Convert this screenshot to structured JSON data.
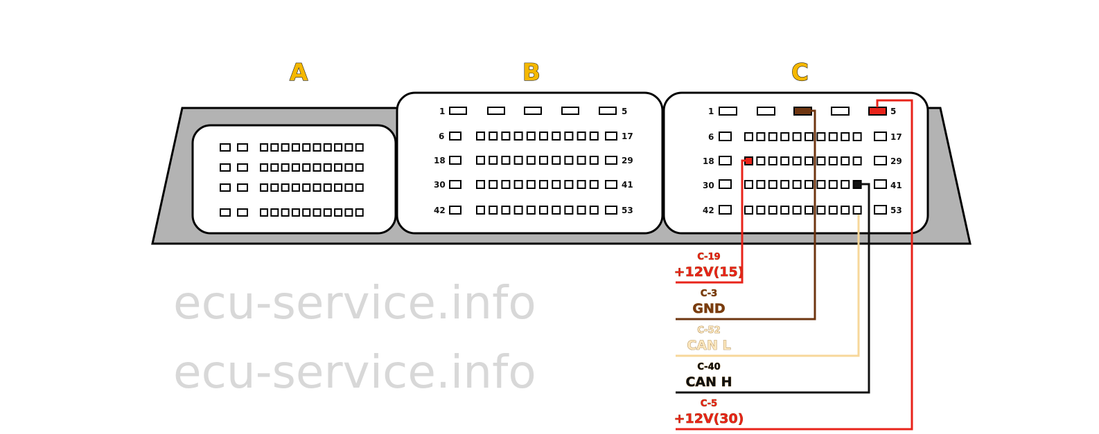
{
  "connectors": [
    {
      "letter": "A"
    },
    {
      "letter": "B",
      "numbers": [
        "1",
        "5",
        "6",
        "17",
        "18",
        "29",
        "30",
        "41",
        "42",
        "53"
      ]
    },
    {
      "letter": "C",
      "numbers": [
        "1",
        "5",
        "6",
        "17",
        "18",
        "29",
        "30",
        "41",
        "42",
        "53"
      ]
    }
  ],
  "watermark": "ecu-service.info",
  "wires": [
    {
      "pin": "C-19",
      "label": "+12V(15)",
      "color": "#e8231a",
      "text_color": "#e8231a"
    },
    {
      "pin": "C-3",
      "label": "GND",
      "color": "#6e3510",
      "text_color": "#7a3b10"
    },
    {
      "pin": "C-52",
      "label": "CAN L",
      "color": "#f7d79a",
      "text_color": "#fbe6bd"
    },
    {
      "pin": "C-40",
      "label": "CAN H",
      "color": "#111111",
      "text_color": "#111111"
    },
    {
      "pin": "C-5",
      "label": "+12V(30)",
      "color": "#e8231a",
      "text_color": "#e8231a"
    }
  ]
}
